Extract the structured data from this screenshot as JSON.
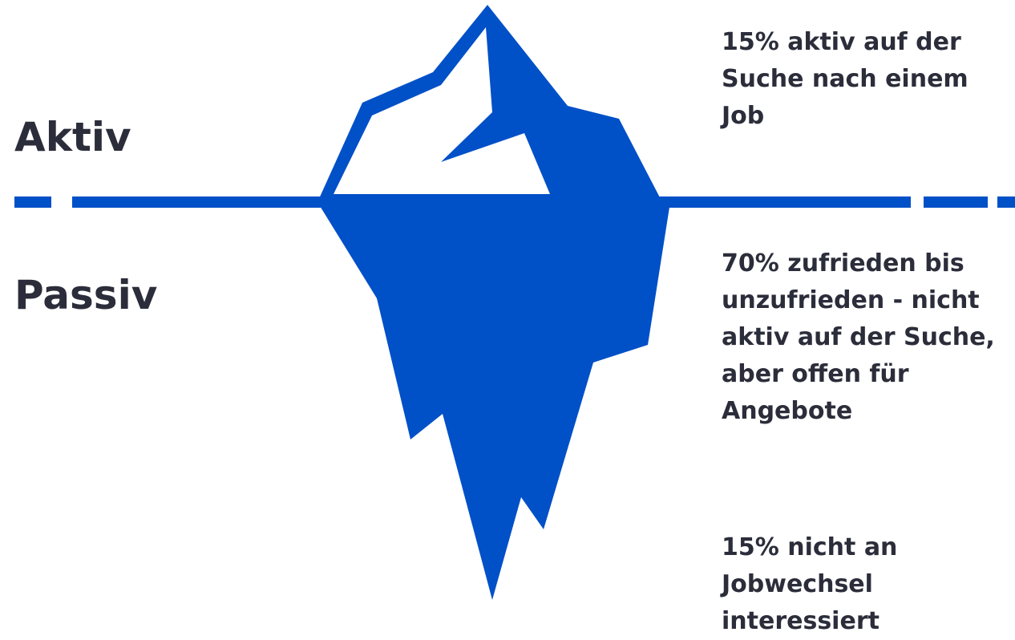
{
  "labels": {
    "aktiv": "Aktiv",
    "passiv": "Passiv"
  },
  "descriptions": {
    "top": {
      "lines": [
        "15% aktiv auf der",
        "Suche nach einem",
        "Job"
      ]
    },
    "middle": {
      "lines": [
        "70% zufrieden bis",
        "unzufrieden - nicht",
        "aktiv auf der Suche,",
        "aber offen für",
        "Angebote"
      ]
    },
    "bottom": {
      "lines": [
        "15% nicht an",
        "Jobwechsel",
        "interessiert"
      ]
    }
  },
  "colors": {
    "iceberg": "#0050c8",
    "text": "#2b2d3a",
    "background": "#ffffff"
  }
}
